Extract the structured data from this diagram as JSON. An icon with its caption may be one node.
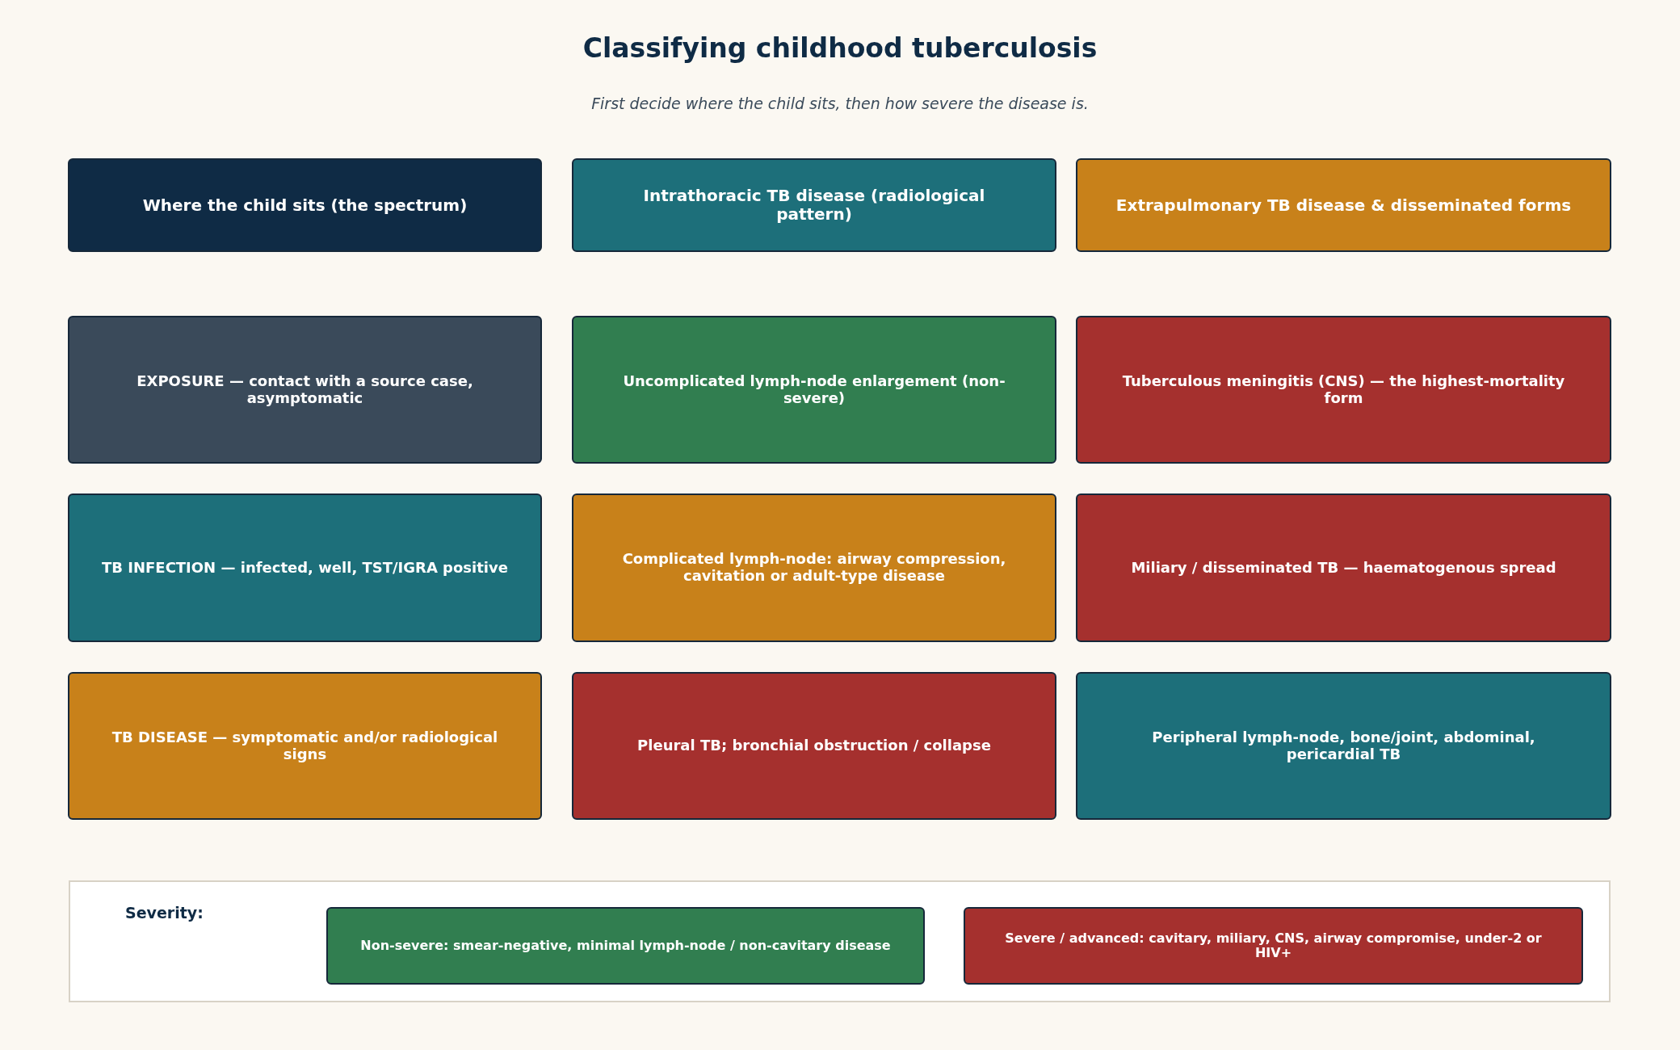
{
  "diagram": {
    "title": "Classifying childhood tuberculosis",
    "caption": "First decide where the child sits, then how severe the disease is.",
    "nodes": [
      {
        "text": [
          "Where the child sits (the spectrum)"
        ]
      },
      {
        "text": [
          "Intrathoracic TB disease (radiological pattern)"
        ]
      },
      {
        "text": [
          "Extrapulmonary TB disease & disseminated forms"
        ]
      },
      {
        "text": [
          "EXPOSURE — contact with a source case, asymptomatic"
        ]
      },
      {
        "text": [
          "Uncomplicated lymph-node enlargement (non-severe)"
        ]
      },
      {
        "text": [
          "Tuberculous meningitis (CNS) — the highest-mortality form"
        ]
      },
      {
        "text": [
          "TB INFECTION — infected, well, TST/IGRA positive"
        ]
      },
      {
        "text": [
          "Complicated lymph-node: airway compression, cavitation or adult-type disease"
        ]
      },
      {
        "text": [
          "Miliary / disseminated TB — haematogenous spread"
        ]
      },
      {
        "text": [
          "TB DISEASE — symptomatic and/or radiological signs"
        ]
      },
      {
        "text": [
          "Pleural TB; bronchial obstruction / collapse"
        ]
      },
      {
        "text": [
          "Peripheral lymph-node, bone/joint, abdominal, pericardial TB"
        ]
      },
      {
        "text": [
          "Severity:"
        ]
      },
      {
        "text": [
          "Non-severe: smear-negative, minimal lymph-node / non-cavitary disease"
        ],
        "in": 12
      },
      {
        "text": [
          "Severe / advanced: cavitary, miliary, CNS, airway compromise, under-2 or HIV+"
        ],
        "in": 12
      }
    ]
  }
}
